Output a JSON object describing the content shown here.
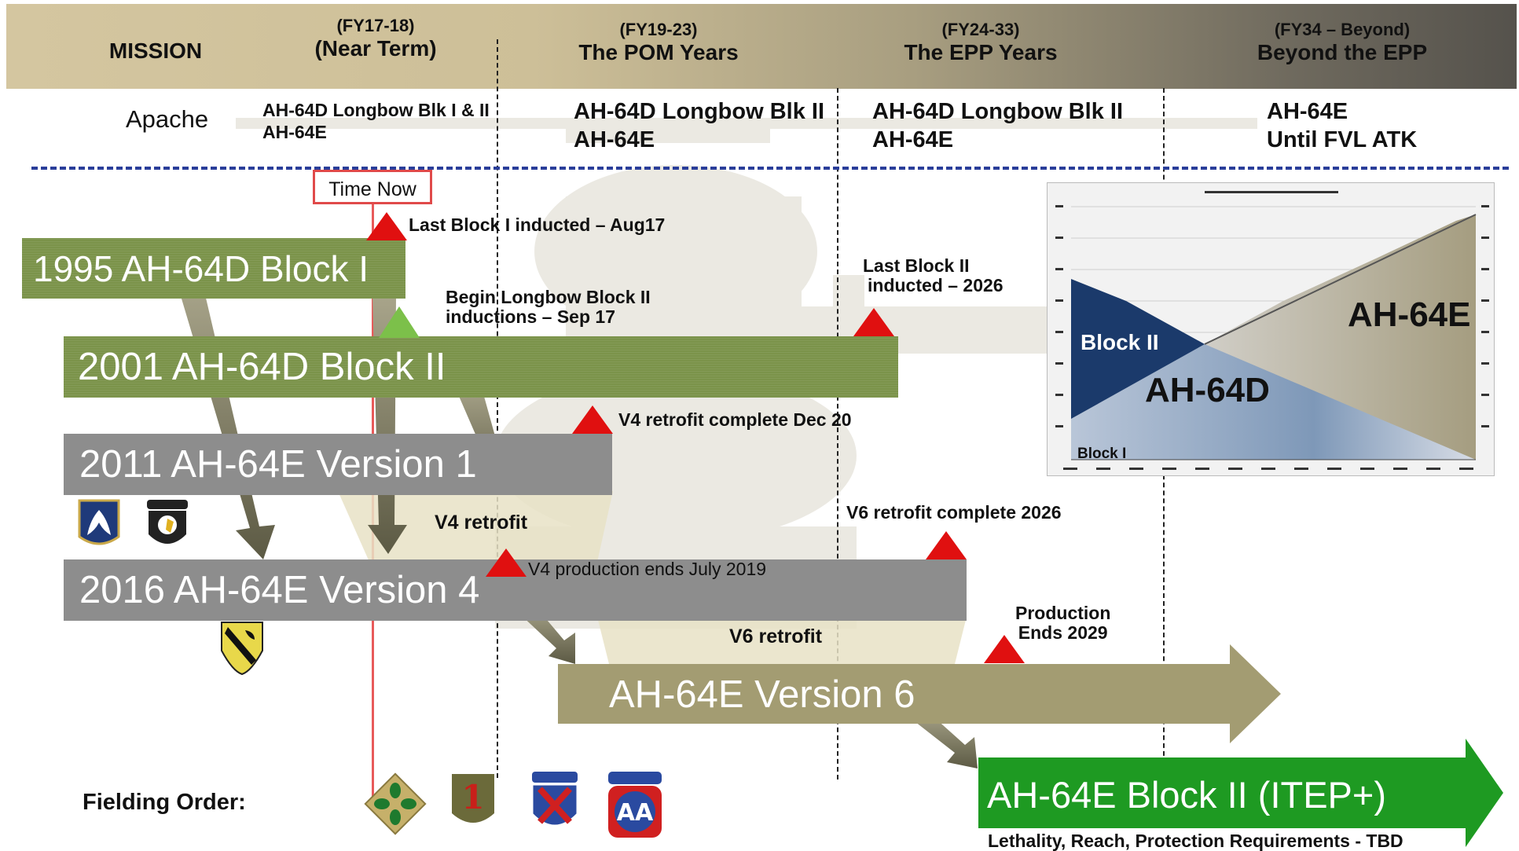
{
  "header": {
    "mission": "MISSION",
    "near_term_years": "(FY17-18)",
    "near_term_title": "(Near Term)",
    "pom_years": "(FY19-23)",
    "pom_title": "The POM Years",
    "epp_years": "(FY24-33)",
    "epp_title": "The EPP Years",
    "beyond_years": "(FY34 – Beyond)",
    "beyond_title": "Beyond the EPP"
  },
  "apache_row": {
    "label": "Apache",
    "near_line1": "AH-64D Longbow Blk I & II",
    "near_line2": "AH-64E",
    "pom_line1": "AH-64D Longbow Blk II",
    "pom_line2": "AH-64E",
    "epp_line1": "AH-64D Longbow Blk II",
    "epp_line2": "AH-64E",
    "beyond_line1": "AH-64E",
    "beyond_line2": "Until FVL ATK"
  },
  "time_now": "Time Now",
  "bars": {
    "block1": "1995  AH-64D Block I",
    "block2": "2001  AH-64D Block II",
    "v1": "2011  AH-64E Version 1",
    "v4": "2016  AH-64E Version 4",
    "v6": "AH-64E  Version 6",
    "itep": "AH-64E  Block II (ITEP+)"
  },
  "notes": {
    "last_block1": "Last Block I inducted – Aug17",
    "begin_longbow_1": "Begin Longbow Block II",
    "begin_longbow_2": "inductions – Sep 17",
    "last_block2_1": "Last Block II",
    "last_block2_2": "inducted – 2026",
    "v4_retrofit_complete": "V4 retrofit complete Dec 20",
    "v4_retrofit": "V4 retrofit",
    "v4_production_ends": "V4 production ends July 2019",
    "v6_retrofit_complete": "V6 retrofit complete 2026",
    "v6_retrofit": "V6 retrofit",
    "production_ends_1": "Production",
    "production_ends_2": "Ends 2029",
    "lethality": "Lethality, Reach, Protection Requirements - TBD"
  },
  "fielding_order": "Fielding Order:",
  "chart_data": {
    "type": "area",
    "series": [
      {
        "name": "Block I",
        "values": [
          0
        ]
      },
      {
        "name": "Block II",
        "values": [
          0.55,
          0.38,
          0.25,
          0.12,
          0.02
        ]
      },
      {
        "name": "AH-64D",
        "values": [
          0.55,
          0.48,
          0.35,
          0.18,
          0.0
        ]
      },
      {
        "name": "AH-64E",
        "values": [
          0.3,
          0.45,
          0.6,
          0.8,
          0.95
        ]
      }
    ]
  },
  "colors": {
    "green_bar": "#7b934a",
    "gray_bar": "#8d8d8d",
    "tan_arrow": "#a39c72",
    "itep_arrow": "#1e9a22",
    "marker_red": "#e01010",
    "marker_green": "#7cc04a",
    "time_now_line": "#e85a5a",
    "navy": "#1b3a6b"
  },
  "insignia": [
    "3rd-corps-patch-icon",
    "101st-airborne-patch-icon",
    "1st-cavalry-patch-icon",
    "4th-infantry-patch-icon",
    "1st-infantry-patch-icon",
    "10th-mountain-patch-icon",
    "82nd-airborne-patch-icon"
  ]
}
